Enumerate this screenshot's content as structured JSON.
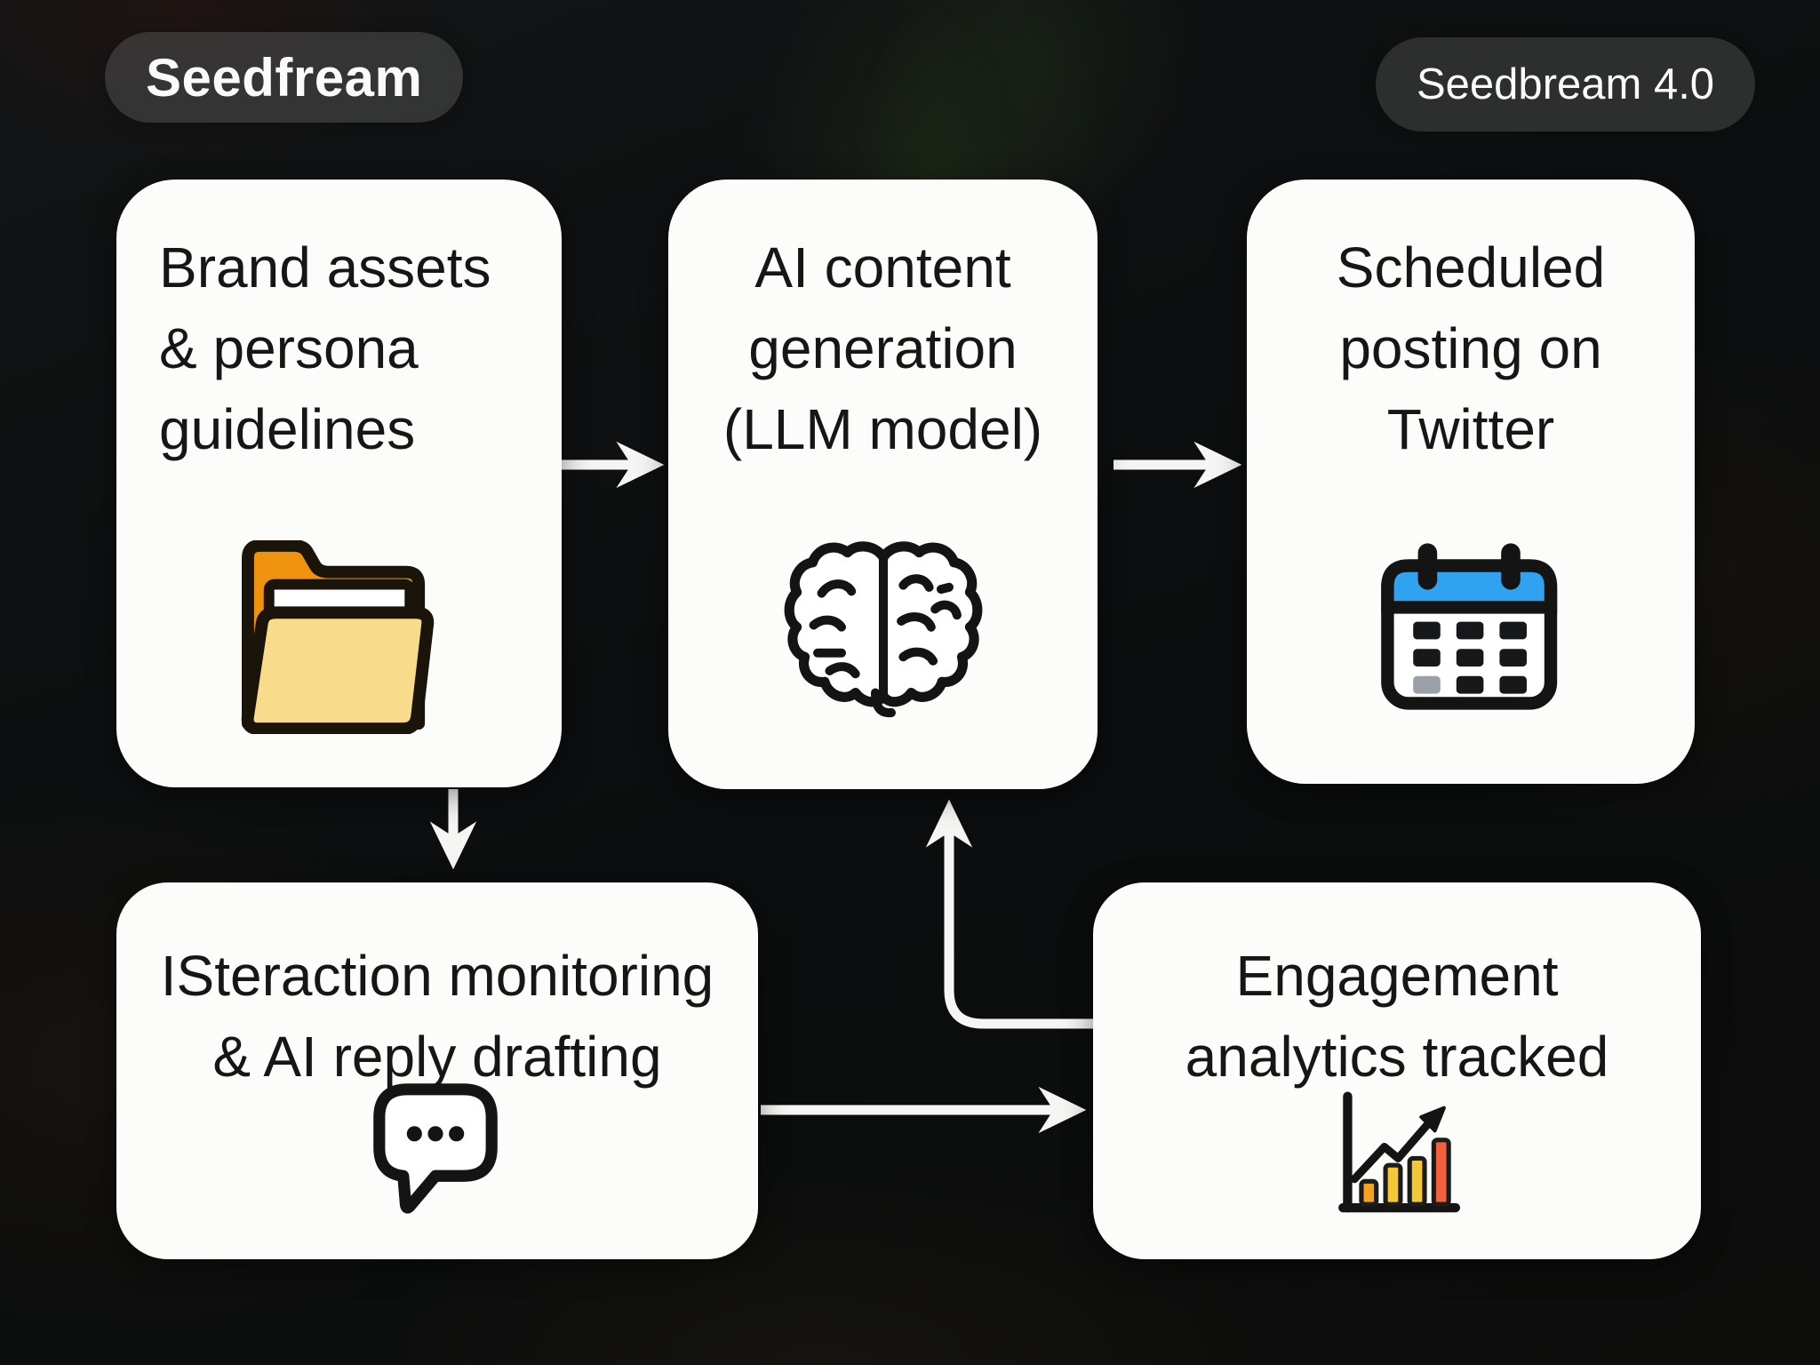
{
  "page": {
    "logo_badge": "Seedfream",
    "version_badge": "Seedbream 4.0"
  },
  "colors": {
    "background": "#0c0d0e",
    "node_background": "#fcfcfb",
    "text": "#161616",
    "arrow": "#f5f5f3",
    "badge_background": "rgba(70,70,70,0.65)",
    "calendar_blue": "#2fa2f0",
    "calendar_gray_cell": "#9aa0a6",
    "folder_back_orange": "#ef930e",
    "folder_front_yellow": "#f8dc8c",
    "bar_orange": "#f5a31e",
    "bar_yellow": "#f4c736",
    "bar_red": "#f2603c",
    "icon_outline": "#17120c"
  },
  "diagram": {
    "nodes": [
      {
        "id": "brand-assets",
        "label": "Brand assets & persona guidelines",
        "lines": [
          "Brand assets",
          "& persona",
          "guidelines"
        ],
        "icon": "folder-icon"
      },
      {
        "id": "ai-content-generation",
        "label": "AI content generation (LLM model)",
        "lines": [
          "AI content",
          "generation",
          "(LLM model)"
        ],
        "icon": "brain-icon"
      },
      {
        "id": "scheduled-posting",
        "label": "Scheduled posting on Twitter",
        "lines": [
          "Scheduled",
          "posting on",
          "Twitter"
        ],
        "icon": "calendar-icon"
      },
      {
        "id": "interaction-monitoring",
        "label": "ISteraction monitoring & AI reply drafting",
        "lines": [
          "ISteraction monitoring",
          "& AI reply drafting"
        ],
        "icon": "chat-bubble-icon"
      },
      {
        "id": "engagement-analytics",
        "label": "Engagement analytics tracked",
        "lines": [
          "Engagement",
          "analytics tracked"
        ],
        "icon": "bar-chart-icon"
      }
    ],
    "edges": [
      {
        "from": "brand-assets",
        "to": "ai-content-generation"
      },
      {
        "from": "ai-content-generation",
        "to": "scheduled-posting"
      },
      {
        "from": "brand-assets",
        "to": "interaction-monitoring"
      },
      {
        "from": "interaction-monitoring",
        "to": "engagement-analytics"
      },
      {
        "from": "engagement-analytics",
        "to": "ai-content-generation"
      }
    ]
  }
}
